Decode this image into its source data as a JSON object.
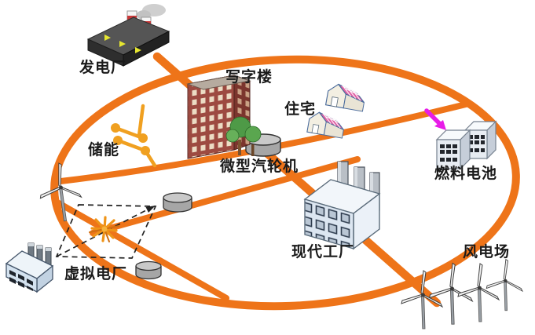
{
  "diagram": {
    "description_visible_text_only": true,
    "colors": {
      "background": "#ffffff",
      "grid_line_orange": "#ee7419",
      "storage_orange": "#f0a020",
      "spark_orange": "#ef9418",
      "magenta_arrow": "#e81ce8",
      "label_text": "#1a1a1a",
      "dashed_outline": "#222222"
    },
    "nodes": [
      {
        "id": "power-plant",
        "label": "发电厂"
      },
      {
        "id": "office-building",
        "label": "写字楼"
      },
      {
        "id": "residence",
        "label": "住宅"
      },
      {
        "id": "energy-storage",
        "label": "储能"
      },
      {
        "id": "micro-turbine",
        "label": "微型汽轮机"
      },
      {
        "id": "fuel-cell",
        "label": "燃料电池"
      },
      {
        "id": "modern-factory",
        "label": "现代工厂"
      },
      {
        "id": "virtual-power-plant",
        "label": "虚拟电厂"
      },
      {
        "id": "wind-farm",
        "label": "风电场"
      }
    ],
    "connections": [
      {
        "from": "power-plant",
        "to": "wind-farm",
        "via": [
          "office-building",
          "micro-turbine",
          "modern-factory"
        ],
        "style": "orange-line"
      },
      {
        "from": "grid-ring-left",
        "to": "grid-ring-right",
        "via": [
          "energy-storage",
          "residence"
        ],
        "style": "orange-line"
      },
      {
        "from": "virtual-power-plant-spark",
        "to": "modern-factory",
        "style": "orange-line"
      },
      {
        "from": "grid-ring-left",
        "to": "grid-ring-bottom",
        "via": [
          "virtual-power-plant-spark"
        ],
        "style": "orange-line"
      },
      {
        "from": "grid-line",
        "to": "fuel-cell",
        "style": "magenta-arrow"
      },
      {
        "from": "virtual-power-plant-area",
        "to": "storage-drum",
        "style": "dashed-arrow"
      }
    ]
  }
}
